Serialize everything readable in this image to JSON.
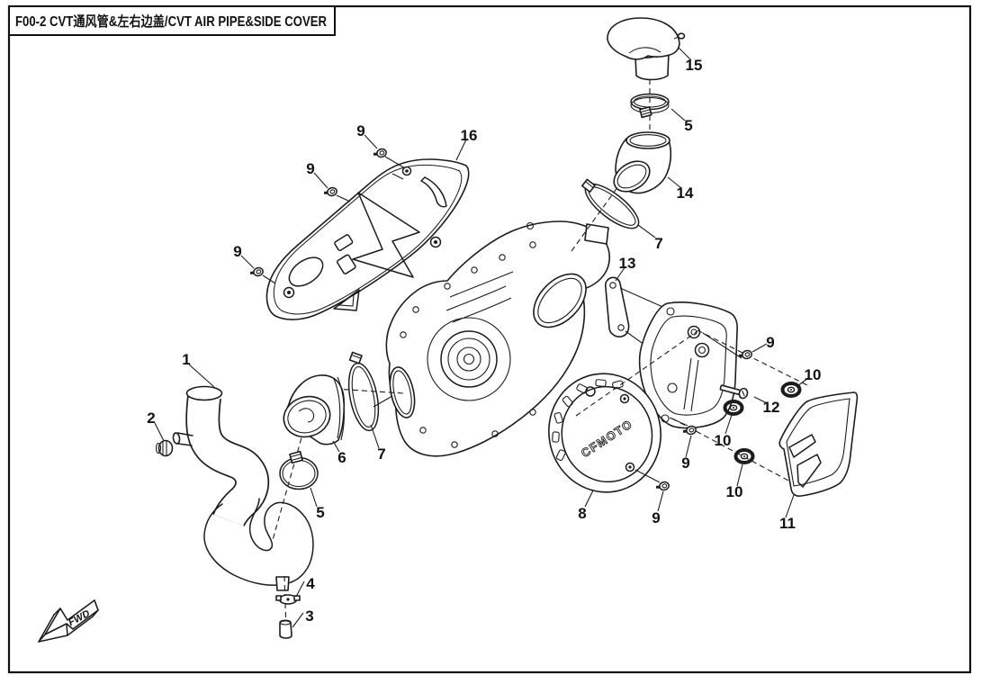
{
  "title": "F00-2 CVT通风管&左右边盖/CVT AIR PIPE&SIDE COVER",
  "fwd_label": "FWD",
  "cover_logo": "CFMOTO",
  "colors": {
    "line": "#1c1c1c",
    "background": "#ffffff"
  },
  "callouts": [
    {
      "label": "1"
    },
    {
      "label": "2"
    },
    {
      "label": "3"
    },
    {
      "label": "4"
    },
    {
      "label": "5"
    },
    {
      "label": "6"
    },
    {
      "label": "7"
    },
    {
      "label": "5"
    },
    {
      "label": "7"
    },
    {
      "label": "8"
    },
    {
      "label": "9"
    },
    {
      "label": "9"
    },
    {
      "label": "9"
    },
    {
      "label": "9"
    },
    {
      "label": "9"
    },
    {
      "label": "9"
    },
    {
      "label": "10"
    },
    {
      "label": "10"
    },
    {
      "label": "10"
    },
    {
      "label": "11"
    },
    {
      "label": "12"
    },
    {
      "label": "13"
    },
    {
      "label": "14"
    },
    {
      "label": "15"
    },
    {
      "label": "16"
    }
  ]
}
